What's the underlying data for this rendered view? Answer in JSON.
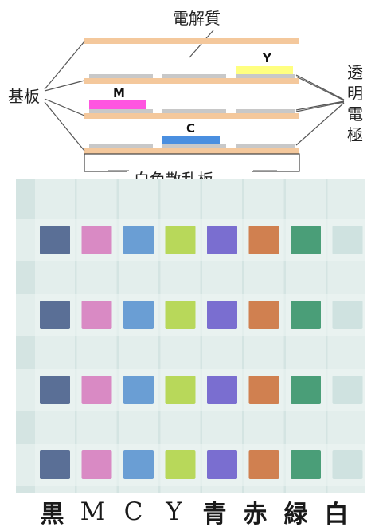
{
  "diagram": {
    "electrolyte_label": "電解質",
    "substrate_label": "基板",
    "transparent_electrode_label": "透明電極",
    "diffuser_label": "白色散乱板",
    "layer_labels": {
      "y": "Y",
      "m": "M",
      "c": "C"
    },
    "colors": {
      "substrate": "#f4c89c",
      "electrode": "#c8c8c8",
      "yellow": "#ffff80",
      "magenta": "#ff55e0",
      "cyan": "#4a8fe0",
      "line": "#555555"
    }
  },
  "photo": {
    "background": "#d4e4e2",
    "rows": 4,
    "columns": [
      "黒",
      "M",
      "C",
      "Y",
      "青",
      "赤",
      "緑",
      "白"
    ],
    "swatch_colors": [
      "#5a6f96",
      "#d98ac4",
      "#6a9ed4",
      "#b8d85a",
      "#7a6ed0",
      "#d08050",
      "#4a9e78",
      "#cfe2e0"
    ]
  },
  "captions": [
    "黒",
    "M",
    "C",
    "Y",
    "青",
    "赤",
    "緑",
    "白"
  ]
}
